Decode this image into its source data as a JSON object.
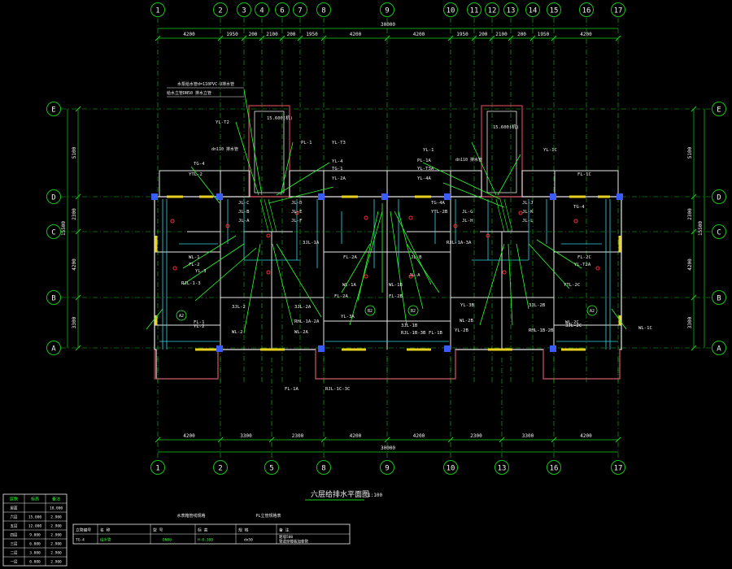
{
  "colors": {
    "background": "#000000",
    "axis": "#18c018",
    "dimension": "#19d119",
    "wall": "#e8e8e8",
    "wall_red": "#b03a48",
    "pipe_cyan": "#33d6e6",
    "leader": "#2cff2c",
    "text_white": "#f2f2f2",
    "yellow": "#e8d020",
    "blue": "#3a5cff",
    "red_pipe": "#ff2a2a"
  },
  "axes_top": [
    "1",
    "2",
    "3",
    "4",
    "6",
    "7",
    "8",
    "9",
    "10",
    "11",
    "12",
    "13",
    "14",
    "15",
    "16",
    "17"
  ],
  "axes_bottom": [
    "1",
    "2",
    "5",
    "8",
    "9",
    "10",
    "13",
    "16",
    "17"
  ],
  "axes_rows": [
    "E",
    "D",
    "C",
    "B",
    "A"
  ],
  "dims_top": [
    "4200",
    "1950",
    "200",
    "2100",
    "200",
    "1950",
    "4200",
    "4200",
    "1950",
    "200",
    "2100",
    "200",
    "1950",
    "4200"
  ],
  "dims_top_total": "30000",
  "dims_bottom": [
    "4200",
    "3300",
    "2300",
    "4200",
    "4200",
    "2300",
    "3300",
    "4200"
  ],
  "dims_bottom_total": "30000",
  "dims_left": [
    "5100",
    "2300",
    "4200",
    "3300"
  ],
  "dims_left_total": "15500",
  "dims_right": [
    "5100",
    "2300",
    "4200",
    "3300"
  ],
  "dims_right_total": "15500",
  "notes": {
    "stair_note_1": "水泵给水管d=110PVC-U排水管",
    "stair_note_2": "给水立管DN50 排水立管",
    "mech_left": "15.600(机)",
    "mech_right": "15.600(机)",
    "pipe_note_left": "dn110 排水管",
    "pipe_note_right": "dn110 排水管"
  },
  "labels": [
    "YL-T2",
    "PL-1",
    "YL-T3",
    "YL-4",
    "TG-1",
    "YL-2A",
    "TG-4",
    "YTL-2",
    "JL-C",
    "JL-B",
    "JL-A",
    "JL-D",
    "JL-E",
    "JL-F",
    "JL-G",
    "JL-H",
    "JL-J",
    "JL-K",
    "JL-L",
    "TG-4",
    "WL-1",
    "FL-2",
    "YL-3",
    "RJL-1-3",
    "3JL-2",
    "WL-2",
    "YL-2",
    "FL-1",
    "3JL-2A",
    "RHL-1A-2A",
    "WL-2A",
    "FL-2A",
    "YL-3A",
    "WL-1A",
    "FL-2A",
    "3JL-1A",
    "RJL-1A-3A",
    "YL-1",
    "PL-1A",
    "YL-T3A",
    "YL-4A",
    "TG-4A",
    "YTL-2B",
    "JL-B",
    "JL-A",
    "WL-1B",
    "FL-2B",
    "3JL-1B",
    "RJL-1B-3B",
    "FL-1B",
    "YL-2B",
    "YL-3B",
    "WL-2B",
    "3JL-2B",
    "RHL-1B-2B",
    "3JL-2C",
    "WL-2C",
    "FL-2C",
    "YL-1C",
    "FL-1C",
    "WL-1C",
    "YL-T2A",
    "YTL-2C",
    "FL-1A",
    "RJL-1C-3C"
  ],
  "room_marks": [
    "A2",
    "B2",
    "B2",
    "A2"
  ],
  "drawing_title": "六层给排水平面图",
  "drawing_scale": "1:100",
  "table_left": {
    "header": [
      "层数",
      "标高",
      "备注"
    ],
    "rows": [
      [
        "屋面",
        "",
        "18.000"
      ],
      [
        "六层",
        "15.000",
        "2.900"
      ],
      [
        "五层",
        "12.000",
        "2.900"
      ],
      [
        "四层",
        "9.000",
        "2.900"
      ],
      [
        "三层",
        "6.000",
        "2.900"
      ],
      [
        "二层",
        "3.000",
        "2.900"
      ],
      [
        "一层",
        "0.000",
        "2.900"
      ]
    ]
  },
  "table_main": {
    "title_left": "水表箱管线规格",
    "title_right": "PL立管规格表",
    "header": [
      "立管编号",
      "名 称",
      "型 号",
      "标 高",
      "规 格",
      "备 注"
    ],
    "row": [
      "TG-4",
      "给水管",
      "DN80",
      "H-0.300",
      "dn50",
      "距墙500",
      "管道穿楼板加套管"
    ]
  }
}
